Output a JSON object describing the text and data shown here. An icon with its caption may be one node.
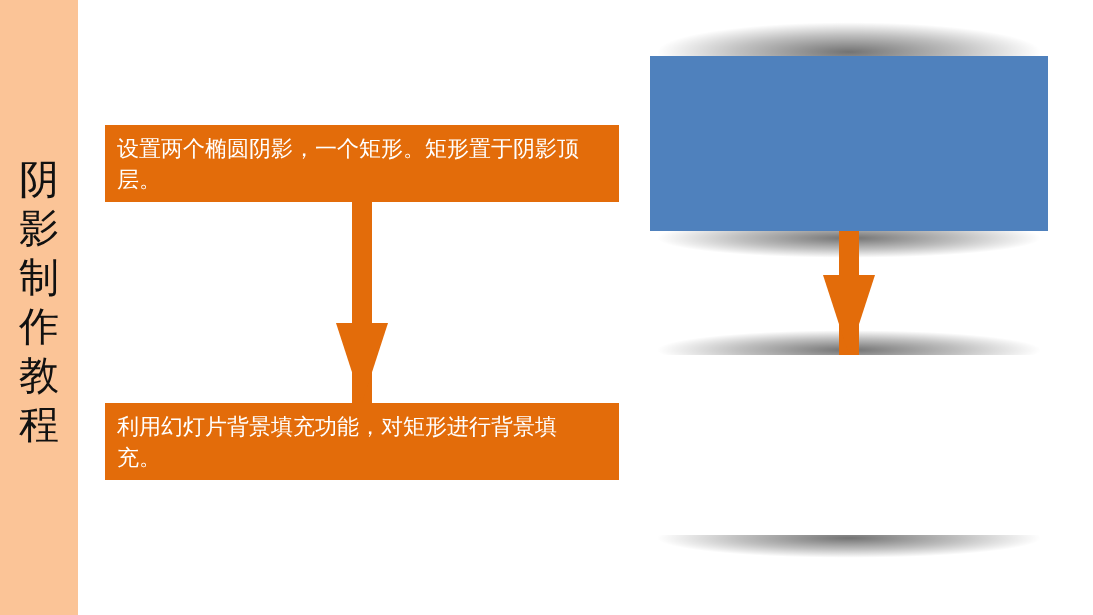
{
  "diagram": {
    "nodes": [
      {
        "text": [
          "阴影制作教程"
        ]
      },
      {
        "text": [
          "设置两个椭圆阴影，一个矩形。矩形置于阴影顶层。"
        ]
      },
      {
        "text": [],
        "shape": "box"
      },
      {
        "text": [
          "利用幻灯片背景填充功能，对矩形进行背景填充。"
        ]
      },
      {
        "text": [],
        "shape": "box"
      }
    ],
    "edges": [
      {
        "from": 1,
        "to": 3,
        "arrow": "to"
      },
      {
        "from": 2,
        "to": 4,
        "arrow": "to"
      }
    ]
  }
}
